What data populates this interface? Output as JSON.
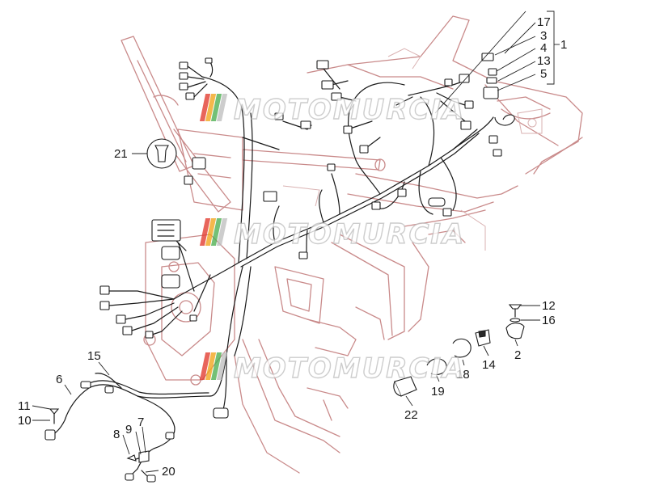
{
  "watermark": {
    "text": "MOTOMURCIA",
    "colors": [
      "#e23b2e",
      "#f2a51a",
      "#4caf50",
      "#c0c0c0"
    ]
  },
  "callouts": {
    "c1": "1",
    "c2": "2",
    "c3": "3",
    "c4": "4",
    "c5": "5",
    "c6": "6",
    "c7": "7",
    "c8": "8",
    "c9": "9",
    "c10": "10",
    "c11": "11",
    "c12": "12",
    "c13": "13",
    "c14": "14",
    "c15": "15",
    "c16": "16",
    "c17": "17",
    "c18": "18",
    "c19": "19",
    "c20": "20",
    "c21": "21",
    "c22": "22"
  }
}
